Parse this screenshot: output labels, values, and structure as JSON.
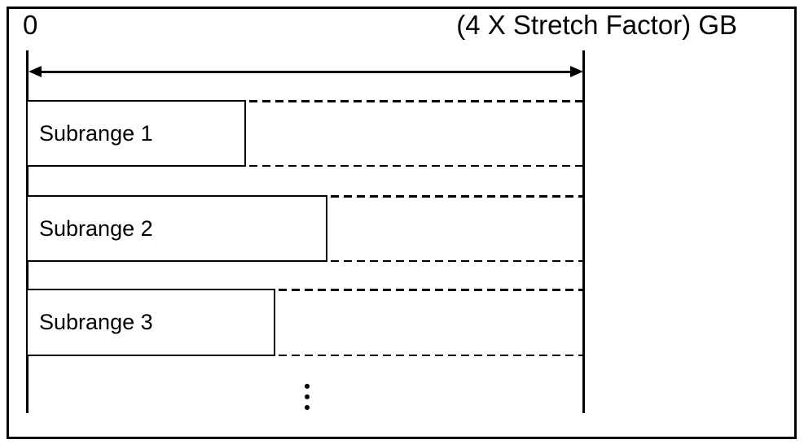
{
  "figure": {
    "axis": {
      "start_label": "0",
      "end_label": "(4 X Stretch Factor) GB"
    },
    "subranges": [
      {
        "label": "Subrange 1"
      },
      {
        "label": "Subrange 2"
      },
      {
        "label": "Subrange 3"
      }
    ],
    "continuation_indicator": "vertical-ellipsis",
    "colors": {
      "line": "#000000",
      "background": "#ffffff"
    }
  }
}
